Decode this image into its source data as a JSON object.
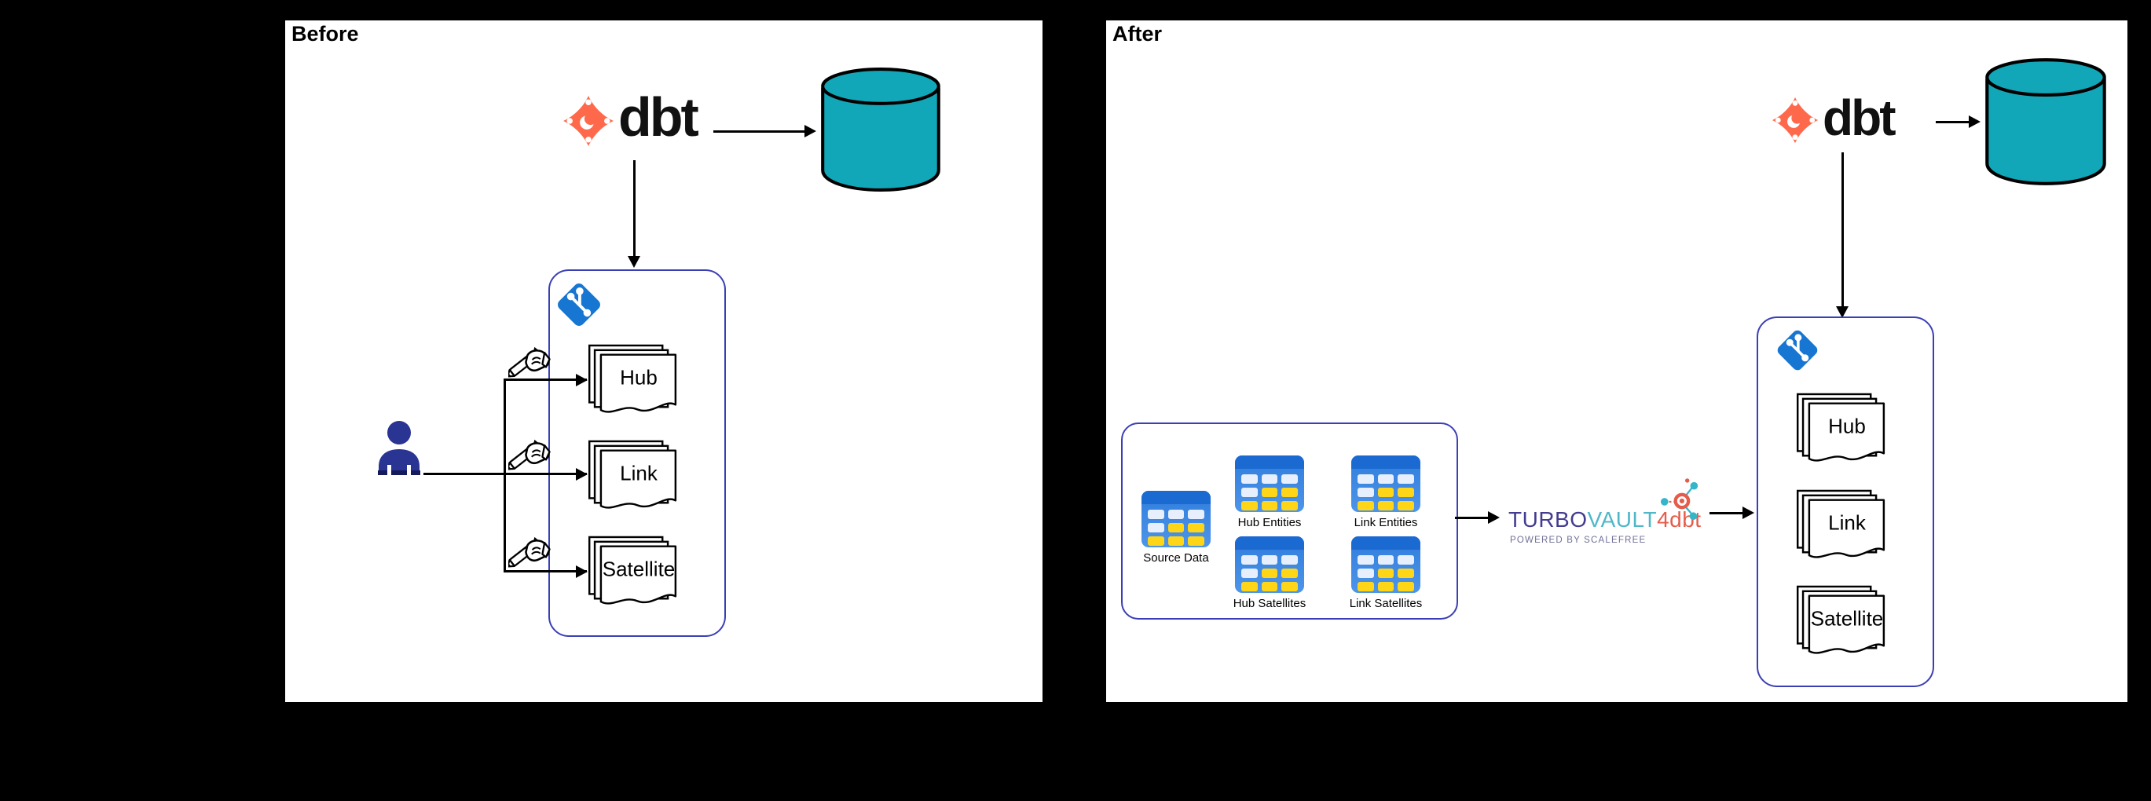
{
  "before": {
    "title": "Before",
    "dbt": "dbt",
    "docs": {
      "hub": "Hub",
      "link": "Link",
      "satellite": "Satellite"
    }
  },
  "after": {
    "title": "After",
    "dbt": "dbt",
    "docs": {
      "hub": "Hub",
      "link": "Link",
      "satellite": "Satellite"
    },
    "sources": {
      "source_data": "Source Data",
      "hub_entities": "Hub Entities",
      "link_entities": "Link Entities",
      "hub_satellites": "Hub Satellites",
      "link_satellites": "Link Satellites"
    },
    "turbovault": {
      "part1": "TURBO",
      "part2": "VAULT",
      "part3": "4dbt",
      "powered_by": "POWERED BY SCALEFREE"
    }
  },
  "colors": {
    "background": "#000000",
    "panel": "#FFFFFF",
    "dbt_orange": "#FF694B",
    "database_teal": "#12A7B8",
    "git_blue": "#1676D2",
    "box_border": "#3A3FB5",
    "person_navy": "#2A3492",
    "table_header_blue": "#1A6AD1",
    "table_body_blue": "#3A84E0",
    "table_cell_yellow": "#FFD517",
    "table_cell_light": "#E6EFFB",
    "turbo_navy": "#433C8F",
    "turbo_teal": "#4FB7C8",
    "turbo_coral": "#E65C4B",
    "powered_by_gray": "#6F6F99"
  }
}
